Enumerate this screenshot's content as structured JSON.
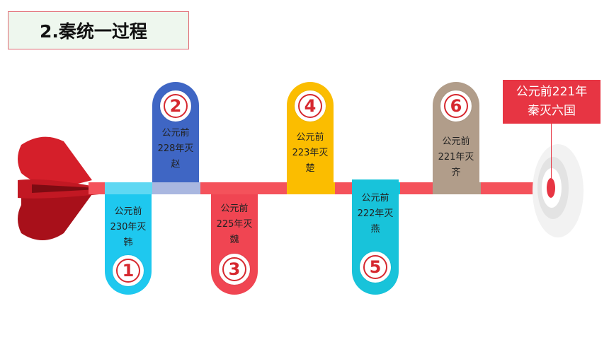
{
  "title": "2.秦统一过程",
  "events": [
    {
      "num": "1",
      "line1": "公元前",
      "line2": "230年灭",
      "line3": "韩",
      "color": "#1ec8ef"
    },
    {
      "num": "2",
      "line1": "公元前",
      "line2": "228年灭",
      "line3": "赵",
      "color": "#3f66c4"
    },
    {
      "num": "3",
      "line1": "公元前",
      "line2": "225年灭",
      "line3": "魏",
      "color": "#f04552"
    },
    {
      "num": "4",
      "line1": "公元前",
      "line2": "223年灭",
      "line3": "楚",
      "color": "#fbbd00"
    },
    {
      "num": "5",
      "line1": "公元前",
      "line2": "222年灭",
      "line3": "燕",
      "color": "#18c3da"
    },
    {
      "num": "6",
      "line1": "公元前",
      "line2": "221年灭",
      "line3": "齐",
      "color": "#b19d8a"
    }
  ],
  "final": {
    "line1": "公元前221年",
    "line2": "秦灭六国",
    "color": "#e73543"
  }
}
